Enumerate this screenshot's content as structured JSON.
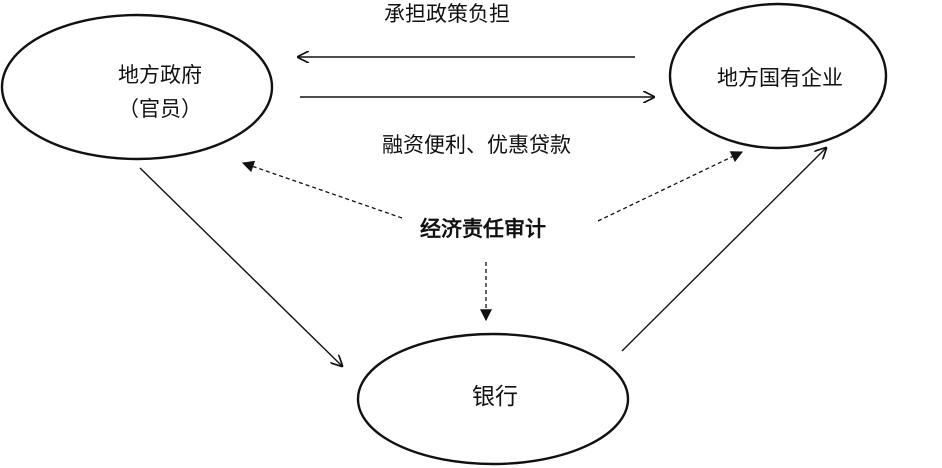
{
  "nodes": {
    "local_government": {
      "line1": "地方政府",
      "line2": "（官员）"
    },
    "local_soe": {
      "label": "地方国有企业"
    },
    "bank": {
      "label": "银行"
    }
  },
  "edges": {
    "soe_to_gov": "承担政策负担",
    "gov_to_soe": "融资便利、优惠贷款"
  },
  "audit": {
    "label": "经济责任审计"
  },
  "colors": {
    "stroke": "#111111",
    "text": "#111111",
    "background": "#ffffff"
  }
}
